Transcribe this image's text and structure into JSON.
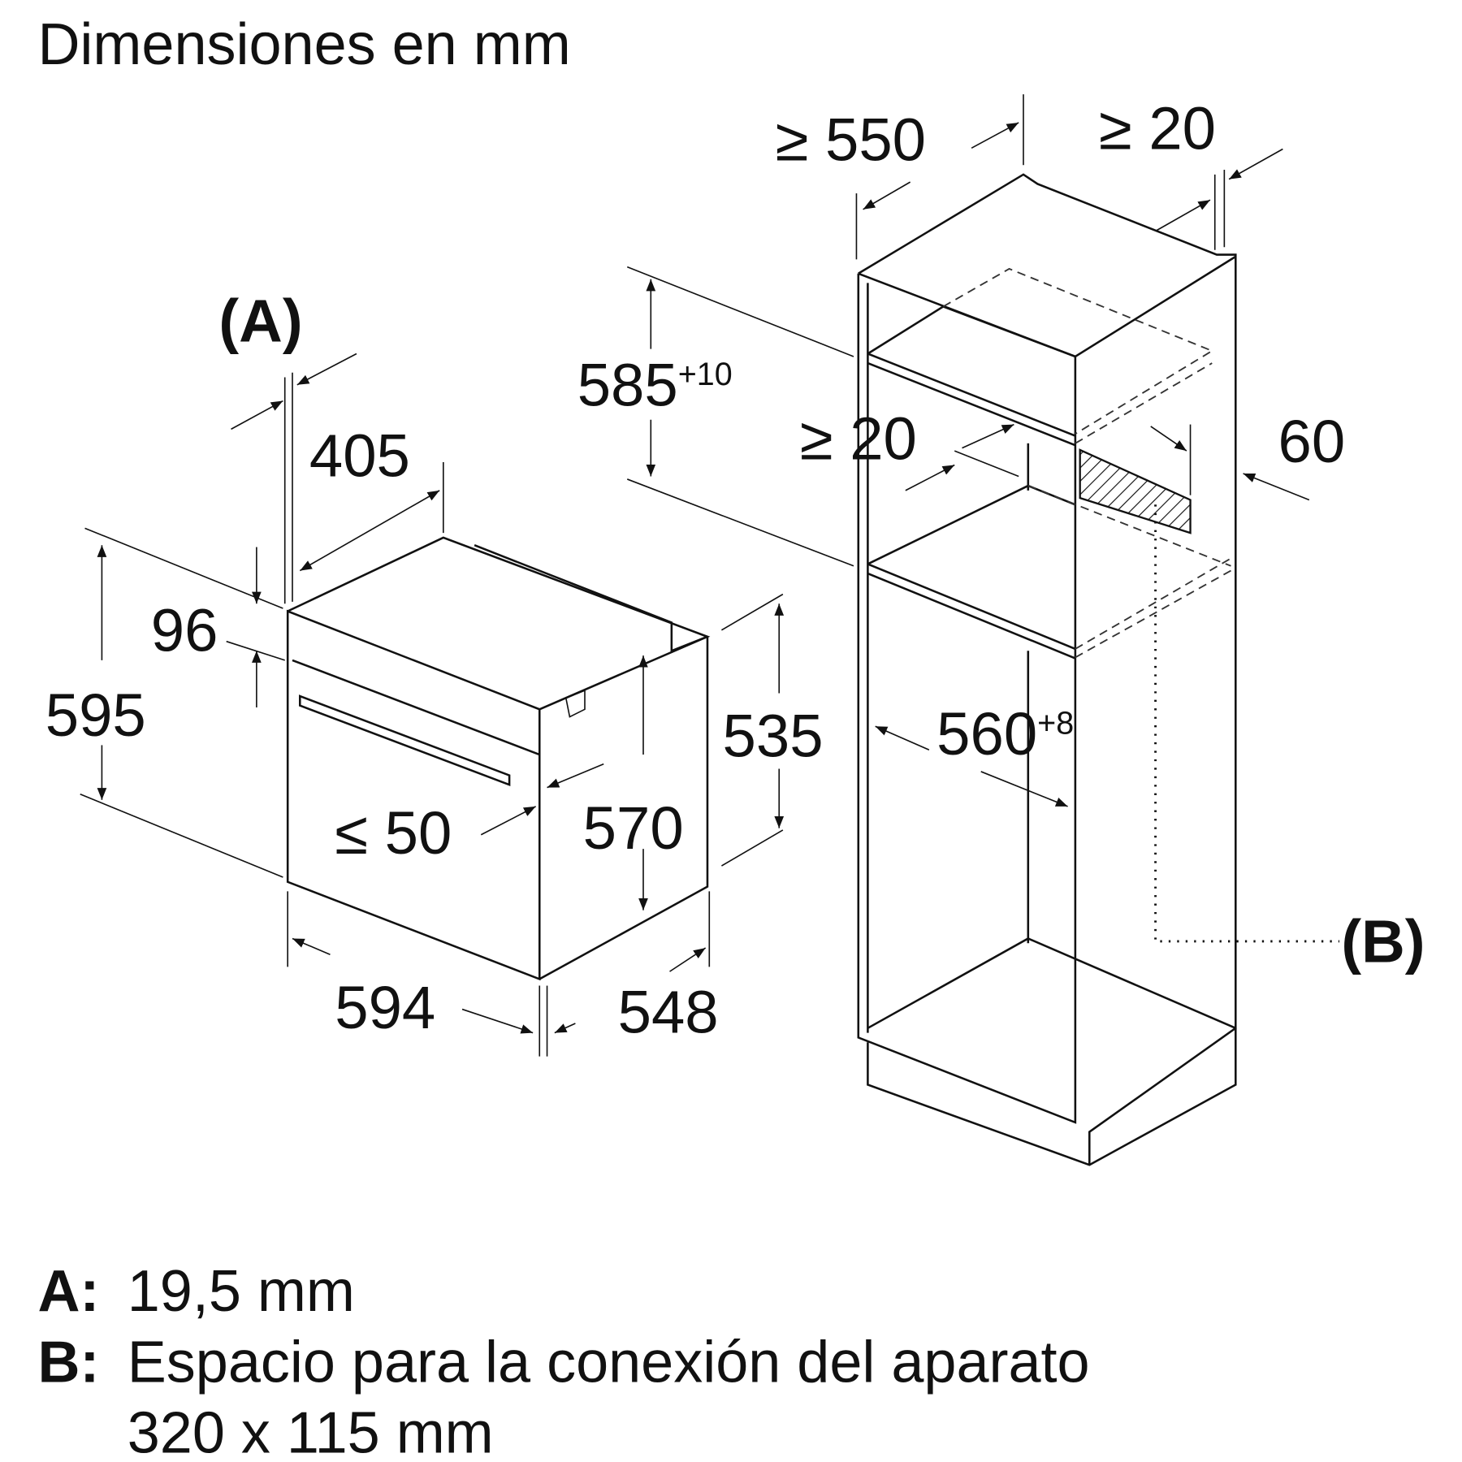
{
  "title": "Dimensiones en mm",
  "oven": {
    "dim_a_label": "(A)",
    "depth_top": "405",
    "panel_height": "96",
    "height": "595",
    "door_gap": "≤ 50",
    "inner_height": "570",
    "side_height": "535",
    "width": "594",
    "depth": "548"
  },
  "cabinet": {
    "depth_min": "≥ 550",
    "back_gap": "≥ 20",
    "niche_height": "585",
    "niche_height_tol": "+10",
    "shelf_gap": "≥ 20",
    "side_thickness": "60",
    "niche_width": "560",
    "niche_width_tol": "+8",
    "b_label": "(B)"
  },
  "legend": [
    {
      "key": "A:",
      "text": "19,5 mm"
    },
    {
      "key": "B:",
      "text": "Espacio para la conexión del aparato"
    },
    {
      "key": "",
      "text": "320 x 115 mm"
    }
  ]
}
